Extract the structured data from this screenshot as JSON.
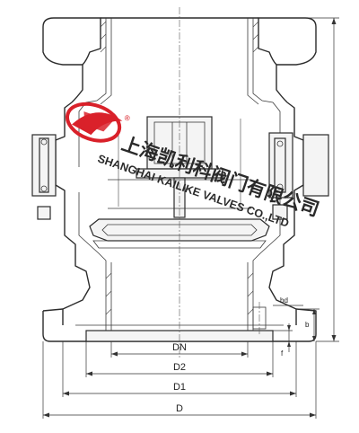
{
  "watermark": {
    "company_cn": "上海凯利科阀门有限公司",
    "company_en": "SHANGHAI KAILIKE VALVES CO.,LTD",
    "registered_mark": "®",
    "logo_color": "#d9212a"
  },
  "dimensions": {
    "dn": "DN",
    "d2": "D2",
    "d1": "D1",
    "d": "D",
    "b": "b",
    "bd": "bd",
    "f": "f"
  }
}
